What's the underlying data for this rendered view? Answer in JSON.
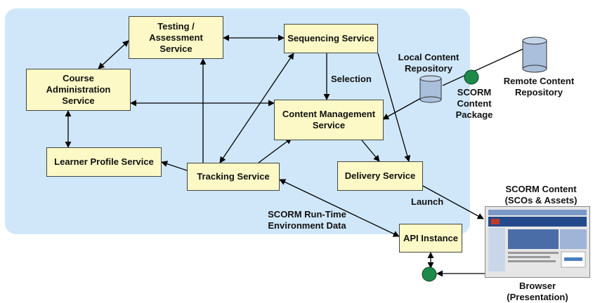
{
  "services": {
    "testing": "Testing / Assessment Service",
    "sequencing": "Sequencing Service",
    "course_admin": "Course Administration Service",
    "content_mgmt": "Content Management Service",
    "learner_profile": "Learner Profile Service",
    "tracking": "Tracking Service",
    "delivery": "Delivery Service",
    "api_instance": "API Instance"
  },
  "labels": {
    "selection": "Selection",
    "local_repo": "Local Content Repository",
    "remote_repo": "Remote Content Repository",
    "scorm_package": "SCORM Content Package",
    "scorm_content": "SCORM Content (SCOs & Assets)",
    "launch": "Launch",
    "runtime_data": "SCORM Run-Time Environment Data",
    "browser": "Browser (Presentation)"
  },
  "colors": {
    "panel": "#cfe7f9",
    "box_fill": "#fcf9c6",
    "connector": "#1e8a4a",
    "repository": "#a9bfdb"
  }
}
